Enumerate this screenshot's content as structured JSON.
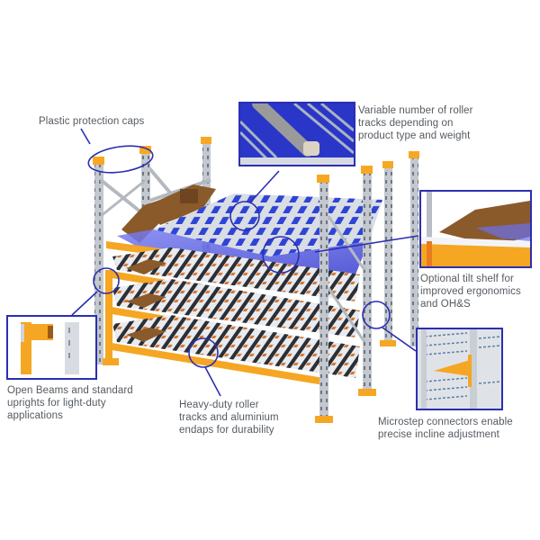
{
  "diagram": {
    "subject": "Carton flow rack with roller tracks",
    "colors": {
      "accent_outline": "#2b2fb0",
      "beam_orange": "#f5a623",
      "upright_grey": "#b9bec6",
      "cap_orange": "#f7a823",
      "tilt_shelf_blue": "#4f55e0",
      "carton_brown": "#8a5a2b",
      "label_text": "#555a60"
    },
    "callouts": [
      {
        "id": "plastic-caps",
        "lines": [
          "Plastic protection caps"
        ]
      },
      {
        "id": "roller-tracks-variable",
        "lines": [
          "Variable number of roller",
          "tracks depending on",
          "product type and weight"
        ]
      },
      {
        "id": "tilt-shelf",
        "lines": [
          "Optional tilt shelf for",
          "improved ergonomics",
          "and OH&S"
        ]
      },
      {
        "id": "open-beams",
        "lines": [
          "Open Beams and standard",
          "uprights for light-duty",
          "applications"
        ]
      },
      {
        "id": "heavy-duty-tracks",
        "lines": [
          "Heavy-duty roller",
          "tracks and aluminium",
          "endaps for durability"
        ]
      },
      {
        "id": "microstep",
        "lines": [
          "Microstep connectors enable",
          "precise incline adjustment"
        ]
      }
    ]
  }
}
